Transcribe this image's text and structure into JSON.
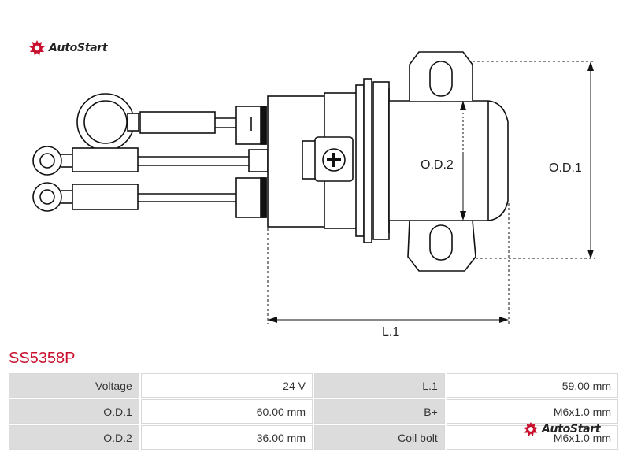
{
  "brand": {
    "name": "AutoStart",
    "accent": "#c8102e"
  },
  "drawing": {
    "labels": {
      "od2": "O.D.2",
      "od1": "O.D.1",
      "l1": "L.1"
    }
  },
  "product": {
    "part_number": "SS5358P"
  },
  "specs": [
    {
      "label": "Voltage",
      "value": "24 V",
      "label2": "L.1",
      "value2": "59.00 mm"
    },
    {
      "label": "O.D.1",
      "value": "60.00 mm",
      "label2": "B+",
      "value2": "M6x1.0 mm"
    },
    {
      "label": "O.D.2",
      "value": "36.00 mm",
      "label2": "Coil bolt",
      "value2": "M6x1.0 mm"
    }
  ]
}
